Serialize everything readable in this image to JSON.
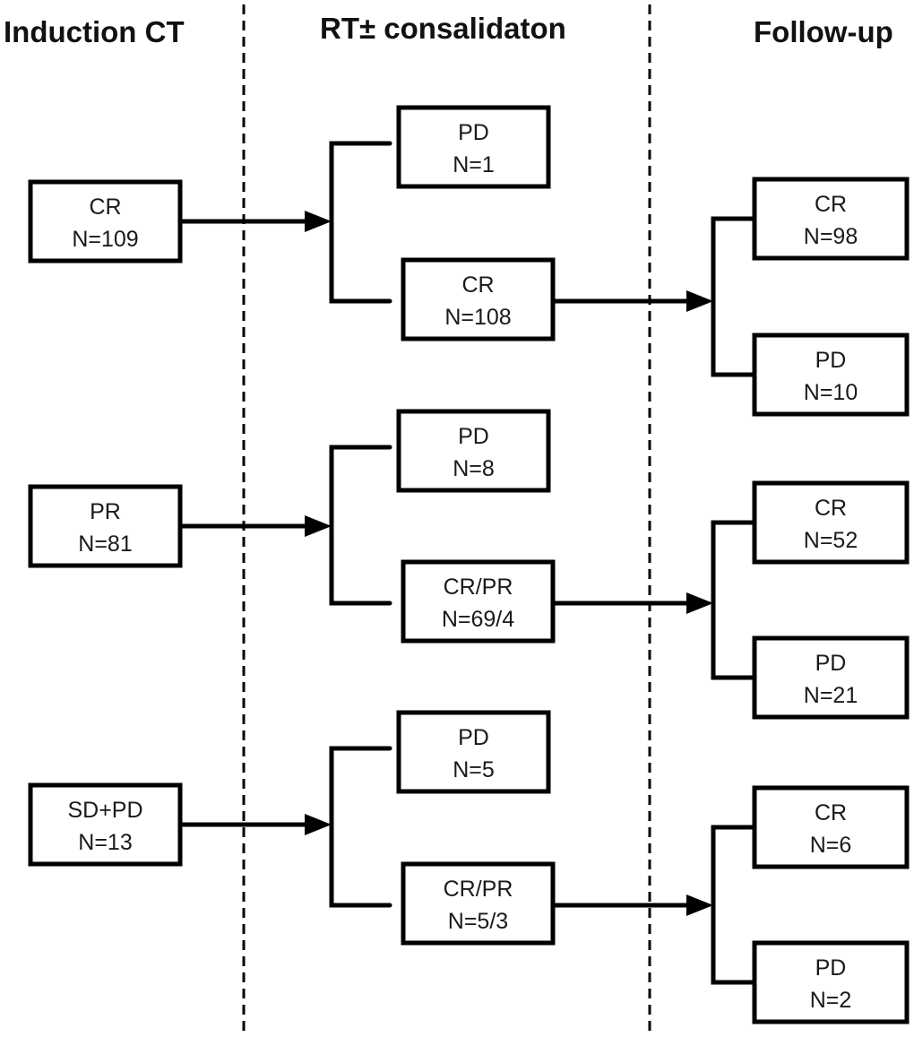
{
  "headers": {
    "induction": "Induction CT",
    "consolidation": "RT± consalidaton",
    "followup": "Follow-up"
  },
  "groups": [
    {
      "induction": {
        "label": "CR",
        "n": "N=109"
      },
      "consolidation": [
        {
          "label": "PD",
          "n": "N=1"
        },
        {
          "label": "CR",
          "n": "N=108"
        }
      ],
      "followup": [
        {
          "label": "CR",
          "n": "N=98"
        },
        {
          "label": "PD",
          "n": "N=10"
        }
      ]
    },
    {
      "induction": {
        "label": "PR",
        "n": "N=81"
      },
      "consolidation": [
        {
          "label": "PD",
          "n": "N=8"
        },
        {
          "label": "CR/PR",
          "n": "N=69/4"
        }
      ],
      "followup": [
        {
          "label": "CR",
          "n": "N=52"
        },
        {
          "label": "PD",
          "n": "N=21"
        }
      ]
    },
    {
      "induction": {
        "label": "SD+PD",
        "n": "N=13"
      },
      "consolidation": [
        {
          "label": "PD",
          "n": "N=5"
        },
        {
          "label": "CR/PR",
          "n": "N=5/3"
        }
      ],
      "followup": [
        {
          "label": "CR",
          "n": "N=6"
        },
        {
          "label": "PD",
          "n": "N=2"
        }
      ]
    }
  ]
}
